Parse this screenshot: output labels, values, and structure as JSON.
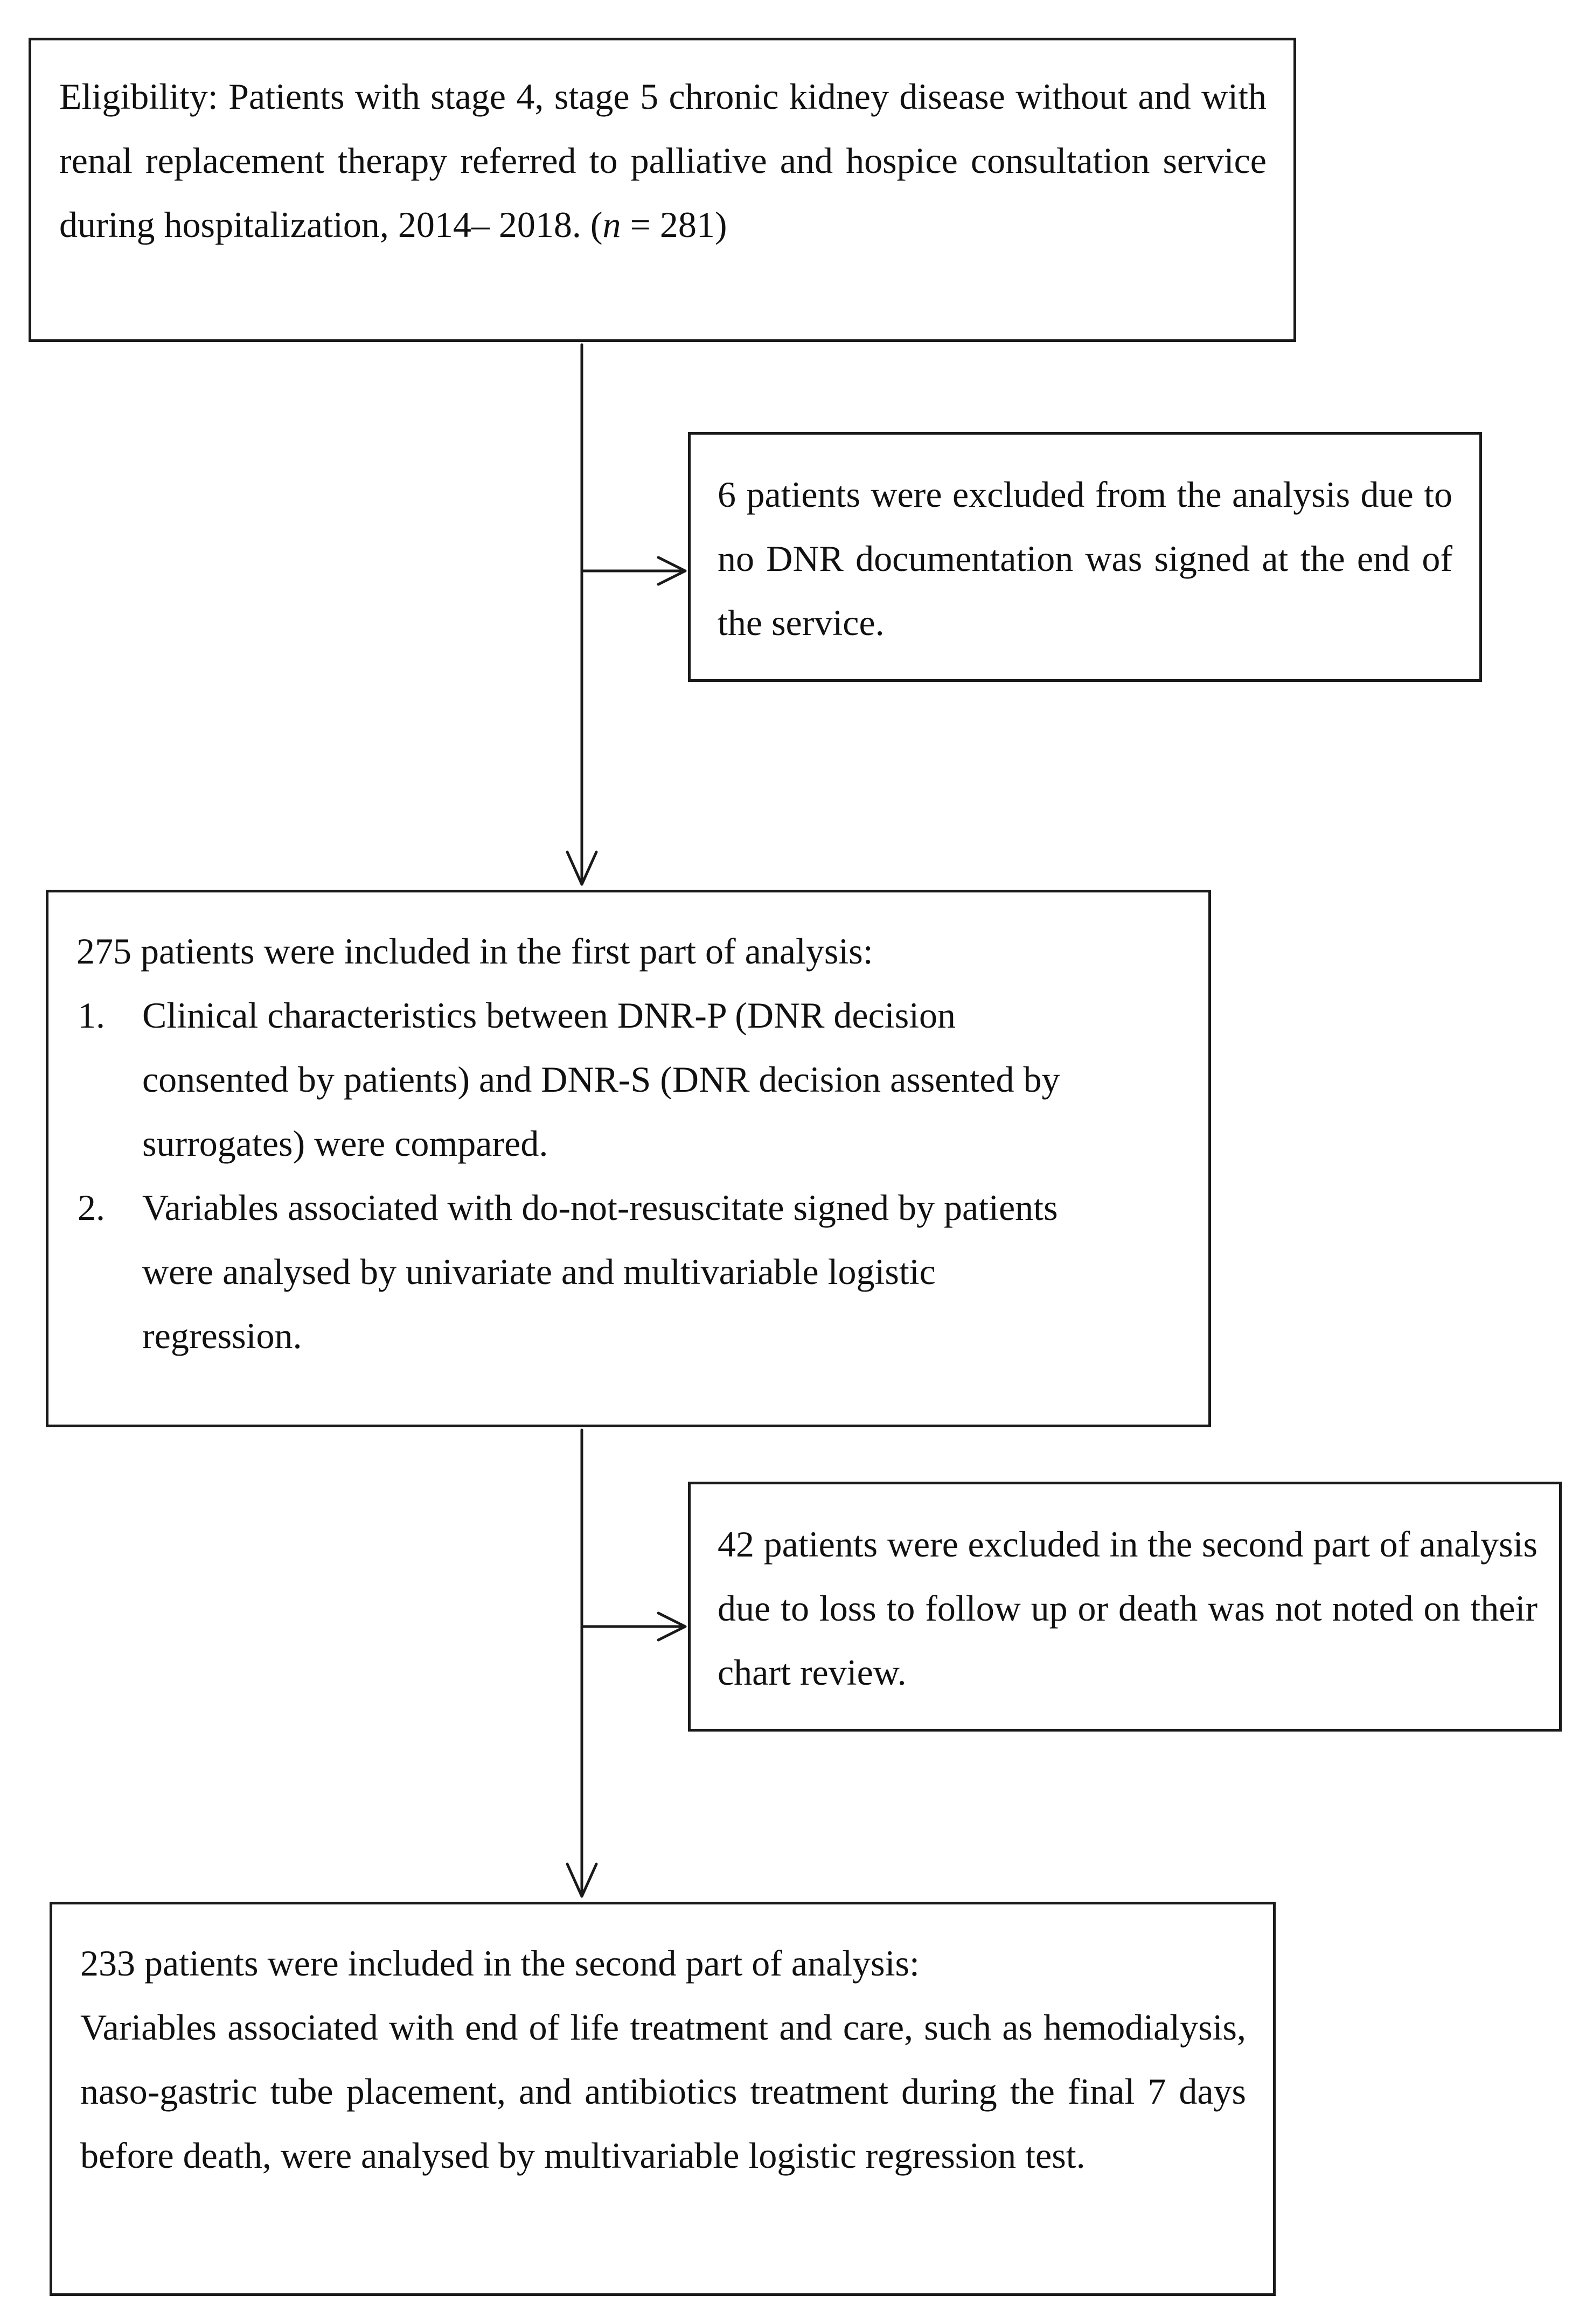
{
  "diagram": {
    "type": "flowchart",
    "nodes": {
      "eligibility": {
        "prefix": "Eligibility: Patients with stage 4, stage 5 chronic kidney disease without and with renal replacement therapy referred to palliative and hospice consultation service during hospitalization, 2014– 2018. (",
        "n_symbol": "n",
        "suffix": " = 281)"
      },
      "excluded_1": {
        "text": "6 patients were excluded from the analysis due to no DNR documentation was signed at the end of the service."
      },
      "included_1": {
        "heading": "275 patients were included in the first part of analysis:",
        "items": [
          {
            "number": "1.",
            "text": "Clinical characteristics between DNR-P (DNR decision\nconsented by patients) and DNR-S (DNR decision assented by\nsurrogates) were compared."
          },
          {
            "number": "2.",
            "text": "Variables associated with do-not-resuscitate signed by patients\nwere analysed by univariate and multivariable logistic\nregression."
          }
        ]
      },
      "excluded_2": {
        "text": "42 patients were excluded in the second part of analysis due to loss to follow up or death was not noted on their chart review."
      },
      "included_2": {
        "heading": "233 patients were included in the second part of analysis:",
        "text": "Variables associated with end of life treatment and care, such as hemodialysis, naso-gastric tube placement, and antibiotics treatment during the final 7 days before death, were analysed by multivariable logistic regression test."
      }
    },
    "edges": [
      {
        "from": "eligibility",
        "to": "included_1"
      },
      {
        "from": "eligibility",
        "to": "excluded_1"
      },
      {
        "from": "included_1",
        "to": "included_2"
      },
      {
        "from": "included_1",
        "to": "excluded_2"
      }
    ],
    "colors": {
      "line": "#1a1a1a",
      "background": "#ffffff"
    }
  }
}
